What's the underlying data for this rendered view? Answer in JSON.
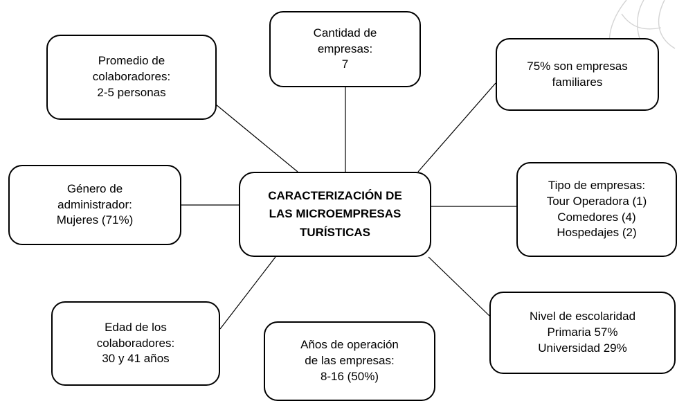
{
  "diagram": {
    "center": "CARACTERIZACIÓN DE\nLAS MICROEMPRESAS\nTURÍSTICAS",
    "nodes": {
      "cantidad": "Cantidad de\nempresas:\n7",
      "promedio": "Promedio de\ncolaboradores:\n2-5 personas",
      "familiares": "75% son empresas\nfamiliares",
      "genero": "Género de\nadministrador:\nMujeres (71%)",
      "tipo": "Tipo de empresas:\nTour Operadora (1)\nComedores (4)\nHospedajes (2)",
      "edad": "Edad de los\ncolaboradores:\n30 y 41 años",
      "anos": "Años de operación\nde las empresas:\n8-16 (50%)",
      "nivel": "Nivel de escolaridad\nPrimaria 57%\nUniversidad 29%"
    }
  },
  "colors": {
    "border": "#000000",
    "background": "#ffffff",
    "watermark": "#d4d4d4"
  }
}
